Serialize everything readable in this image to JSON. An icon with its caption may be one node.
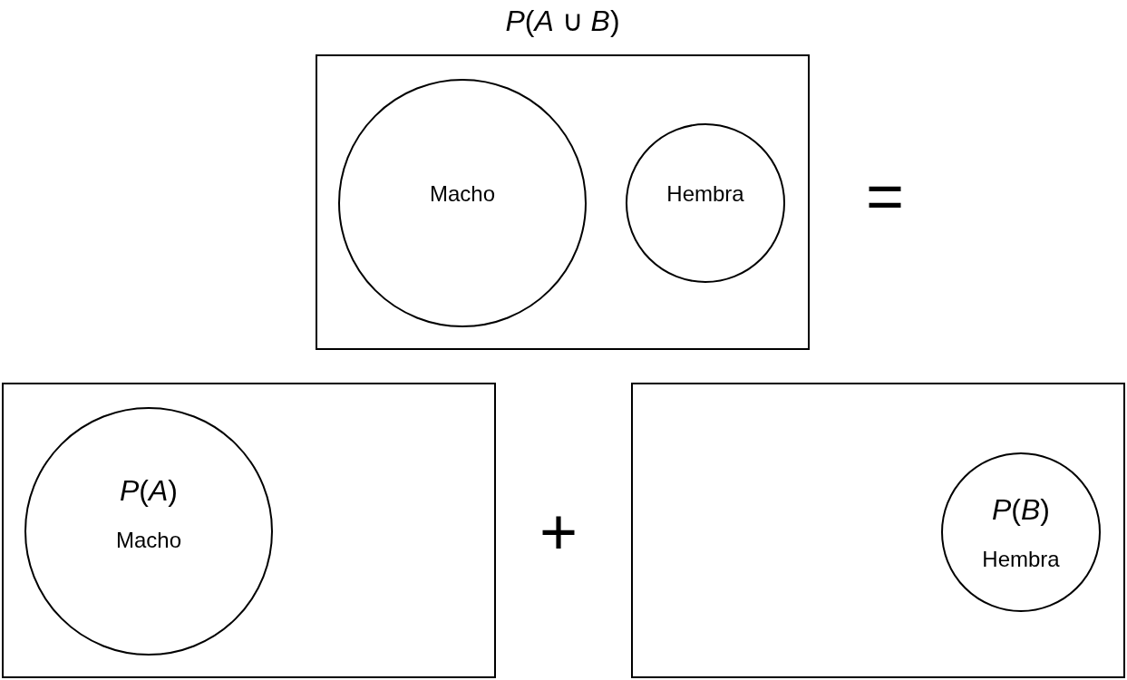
{
  "diagram": {
    "nodes": [
      {
        "text": [
          "*P*(*A* ∪ *B*)"
        ]
      },
      {
        "text": [
          "Macho"
        ],
        "in": 0
      },
      {
        "text": [
          "Hembra"
        ],
        "in": 0
      },
      {
        "text": [],
        "shape": "box"
      },
      {
        "text": [
          "*P*(*A*)",
          "Macho"
        ],
        "in": 3
      },
      {
        "text": [],
        "shape": "box"
      },
      {
        "text": [
          "*P*(*B*)",
          "Hembra"
        ],
        "in": 5
      }
    ],
    "edges": [],
    "labels": [
      "=",
      "+"
    ]
  }
}
